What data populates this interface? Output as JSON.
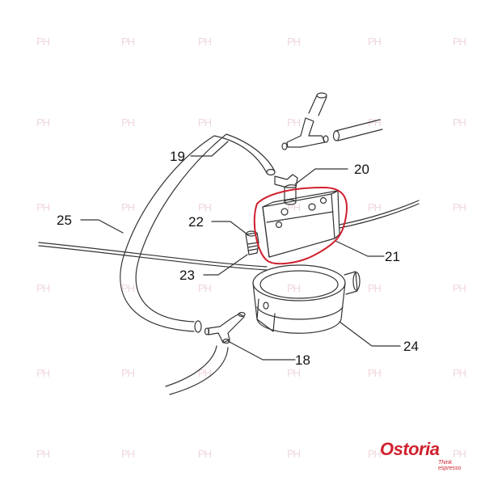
{
  "diagram": {
    "labels": {
      "p18": "18",
      "p19": "19",
      "p20": "20",
      "p21": "21",
      "p22": "22",
      "p23": "23",
      "p24": "24",
      "p25": "25"
    },
    "highlight_color": "#d0202e",
    "line_color": "#333333"
  },
  "logo": {
    "word": "Ostoria",
    "tagline": "Think espresso",
    "brand_color": "#d0202e"
  },
  "watermark": {
    "text": "PH",
    "color": "#f0d7dc"
  }
}
